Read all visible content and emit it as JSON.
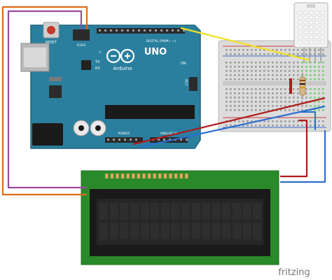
{
  "board": {
    "reset_label": "RESET",
    "icsp2_label": "ICSP2",
    "l_label": "L",
    "tx_label": "TX",
    "rx_label": "RX",
    "brand": "Arduino",
    "model": "UNO",
    "on_label": "ON",
    "icsp_label": "ICSP",
    "digital_label": "DIGITAL (PWM= ~)",
    "power_label": "POWER",
    "analog_label": "ANALOG IN",
    "colors": {
      "pcb": "#2a7f9e",
      "pcb_dark": "#1f6580",
      "header": "#2b2b2b"
    }
  },
  "breadboard": {
    "colors": {
      "body": "#dcdcdc",
      "rail_red": "#d04040",
      "rail_blue": "#3a6fd0",
      "hole": "#9a9a9a",
      "highlight": "#6fd06f"
    }
  },
  "sensor": {
    "name_icon": "dht-sensor-icon",
    "colors": {
      "body": "#f2f2f2"
    }
  },
  "lcd": {
    "colors": {
      "pcb": "#2a8a2a",
      "bezel": "#1a1a1a",
      "screen": "#262626",
      "pins": "#d6a85a"
    }
  },
  "wires": {
    "colors": {
      "yellow": "#f0e020",
      "red": "#b01a1a",
      "blue": "#2a6fd0",
      "orange": "#e06a1a",
      "purple": "#9a4aa0"
    }
  },
  "watermark": {
    "text": "fritzing"
  }
}
